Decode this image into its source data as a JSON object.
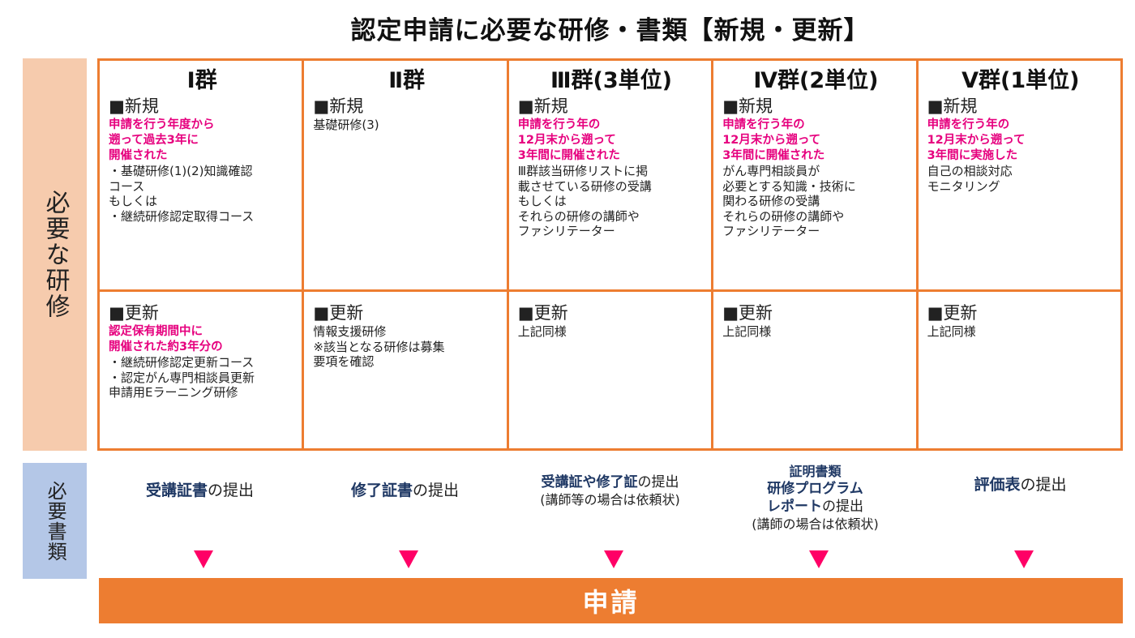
{
  "page": {
    "title": "認定申請に必要な研修・書類【新規・更新】"
  },
  "side_labels": {
    "training": "必要な研修",
    "documents": "必要書類"
  },
  "groups": [
    {
      "title": "Ⅰ群",
      "new_label": "■新規",
      "new_highlight": [
        "申請を行う年度から",
        "遡って過去3年に",
        "開催された"
      ],
      "new_text": [
        "・基礎研修(1)(2)知識確認",
        "コース",
        "もしくは",
        "・継続研修認定取得コース"
      ],
      "renew_label": "■更新",
      "renew_highlight": [
        "認定保有期間中に",
        "開催された約3年分の"
      ],
      "renew_text": [
        "・継続研修認定更新コース",
        "・認定がん専門相談員更新",
        "申請用Eラーニング研修"
      ]
    },
    {
      "title": "Ⅱ群",
      "new_label": "■新規",
      "new_highlight": [],
      "new_text": [
        "基礎研修(3)"
      ],
      "renew_label": "■更新",
      "renew_highlight": [],
      "renew_text": [
        "情報支援研修",
        "※該当となる研修は募集",
        "要項を確認"
      ]
    },
    {
      "title": "Ⅲ群(3単位)",
      "new_label": "■新規",
      "new_highlight": [
        "申請を行う年の",
        "12月末から遡って",
        "3年間に開催された"
      ],
      "new_text": [
        "Ⅲ群該当研修リストに掲",
        "載させている研修の受講",
        "もしくは",
        "それらの研修の講師や",
        "ファシリテーター"
      ],
      "renew_label": "■更新",
      "renew_highlight": [],
      "renew_text": [
        "上記同様"
      ]
    },
    {
      "title": "Ⅳ群(2単位)",
      "new_label": "■新規",
      "new_highlight": [
        "申請を行う年の",
        "12月末から遡って",
        "3年間に開催された"
      ],
      "new_text": [
        "がん専門相談員が",
        "必要とする知識・技術に",
        "関わる研修の受講",
        "それらの研修の講師や",
        "ファシリテーター"
      ],
      "renew_label": "■更新",
      "renew_highlight": [],
      "renew_text": [
        "上記同様"
      ]
    },
    {
      "title": "Ⅴ群(1単位)",
      "new_label": "■新規",
      "new_highlight": [
        "申請を行う年の",
        "12月末から遡って",
        "3年間に実施した"
      ],
      "new_text": [
        "自己の相談対応",
        "モニタリング"
      ],
      "renew_label": "■更新",
      "renew_highlight": [],
      "renew_text": [
        "上記同様"
      ]
    }
  ],
  "documents": [
    {
      "lines": [
        {
          "parts": [
            {
              "text": "受講証書",
              "hl": true
            },
            {
              "text": "の提出",
              "hl": false
            }
          ],
          "size": ""
        }
      ]
    },
    {
      "lines": [
        {
          "parts": [
            {
              "text": "修了証書",
              "hl": true
            },
            {
              "text": "の提出",
              "hl": false
            }
          ],
          "size": ""
        }
      ]
    },
    {
      "lines": [
        {
          "parts": [
            {
              "text": "受講証や修了証",
              "hl": true
            },
            {
              "text": "の提出",
              "hl": false
            }
          ],
          "size": "small"
        },
        {
          "parts": [
            {
              "text": "(講師等の場合は依頼状)",
              "hl": false
            }
          ],
          "size": "tiny"
        }
      ]
    },
    {
      "lines": [
        {
          "parts": [
            {
              "text": "証明書類",
              "hl": true
            }
          ],
          "size": "tiny"
        },
        {
          "parts": [
            {
              "text": "研修プログラム",
              "hl": true
            }
          ],
          "size": "small"
        },
        {
          "parts": [
            {
              "text": "レポート",
              "hl": true
            },
            {
              "text": "の提出",
              "hl": false
            }
          ],
          "size": "small"
        },
        {
          "parts": [
            {
              "text": "(講師の場合は依頼状)",
              "hl": false
            }
          ],
          "size": "tiny"
        }
      ]
    },
    {
      "lines": [
        {
          "parts": [
            {
              "text": "評価表",
              "hl": true
            },
            {
              "text": "の提出",
              "hl": false
            }
          ],
          "size": ""
        }
      ]
    }
  ],
  "apply_label": "申請",
  "colors": {
    "accent_orange": "#ed7d31",
    "highlight_pink": "#e6007e",
    "arrow_pink": "#ff0066",
    "side_training_bg": "#f6cbad",
    "side_docs_bg": "#b4c7e7",
    "doc_highlight": "#1f3864"
  }
}
